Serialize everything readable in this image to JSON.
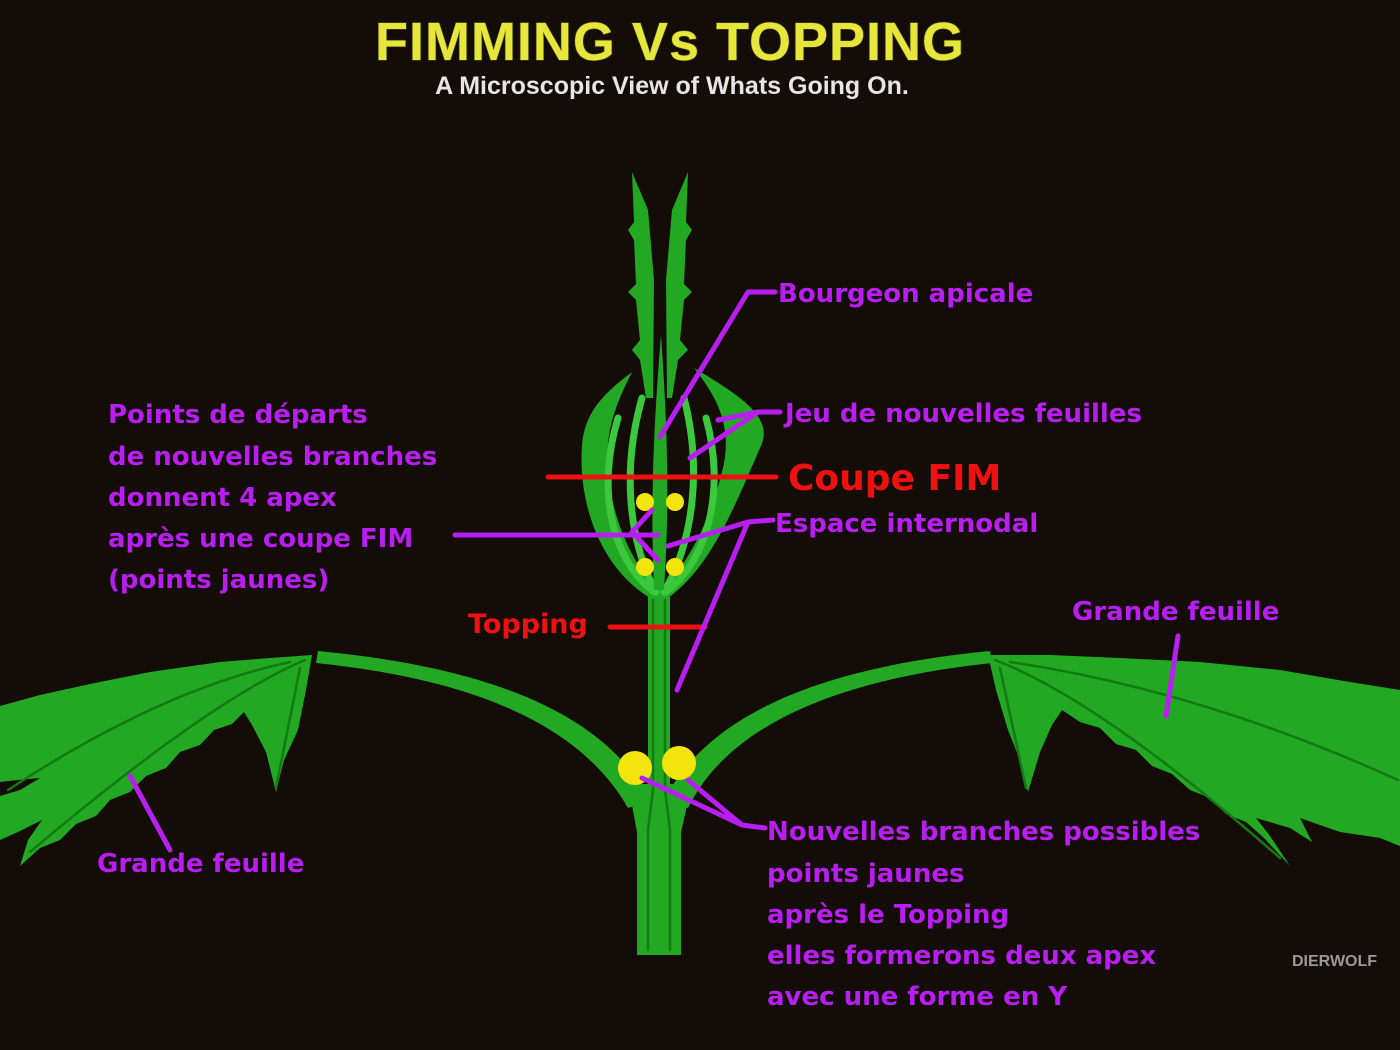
{
  "title": "FIMMING Vs TOPPING",
  "subtitle": "A Microscopic View of Whats Going On.",
  "labels": {
    "apical_bud": "Bourgeon apicale",
    "new_leaves": "Jeu de nouvelles feuilles",
    "fim_cut": "Coupe FIM",
    "internode": "Espace internodal",
    "fim_points": [
      "Points de départs",
      "de nouvelles branches",
      "donnent 4 apex",
      "après une coupe FIM",
      "(points jaunes)"
    ],
    "topping": "Topping",
    "big_leaf_right": "Grande feuille",
    "big_leaf_left": "Grande feuille",
    "topping_branches": [
      "Nouvelles branches possibles",
      "points jaunes",
      "après le Topping",
      "elles formerons deux apex",
      "avec une forme en Y"
    ]
  },
  "watermark": "DIERWOLF",
  "colors": {
    "background": "#140c06",
    "title": "#e6e63c",
    "subtitle": "#e6e6e6",
    "label": "#b81ef2",
    "cut": "#ee1111",
    "plant": "#22a822",
    "plant_light": "#3cc83c",
    "plant_dark": "#147a14",
    "node": "#f2e40c",
    "watermark": "#9a9a9a"
  }
}
